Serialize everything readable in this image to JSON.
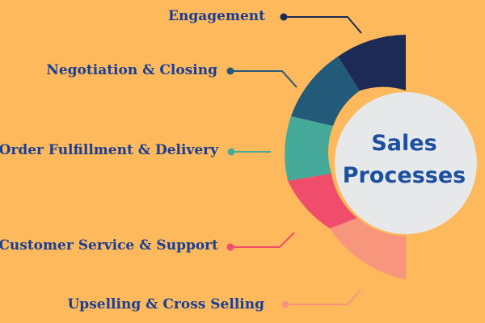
{
  "center": {
    "line1": "Sales",
    "line2": "Processes"
  },
  "steps": [
    {
      "label": "Engagement",
      "color": "#1D2A55"
    },
    {
      "label": "Negotiation & Closing",
      "color": "#235A79"
    },
    {
      "label": "Order Fulfillment & Delivery",
      "color": "#45AA9A"
    },
    {
      "label": "Customer Service & Support",
      "color": "#EF4D6B"
    },
    {
      "label": "Upselling & Cross Selling",
      "color": "#F7967D"
    }
  ],
  "colors": {
    "background": "#FDB95B",
    "text": "#1B3E95",
    "center_fill": "#E7E8EA"
  }
}
